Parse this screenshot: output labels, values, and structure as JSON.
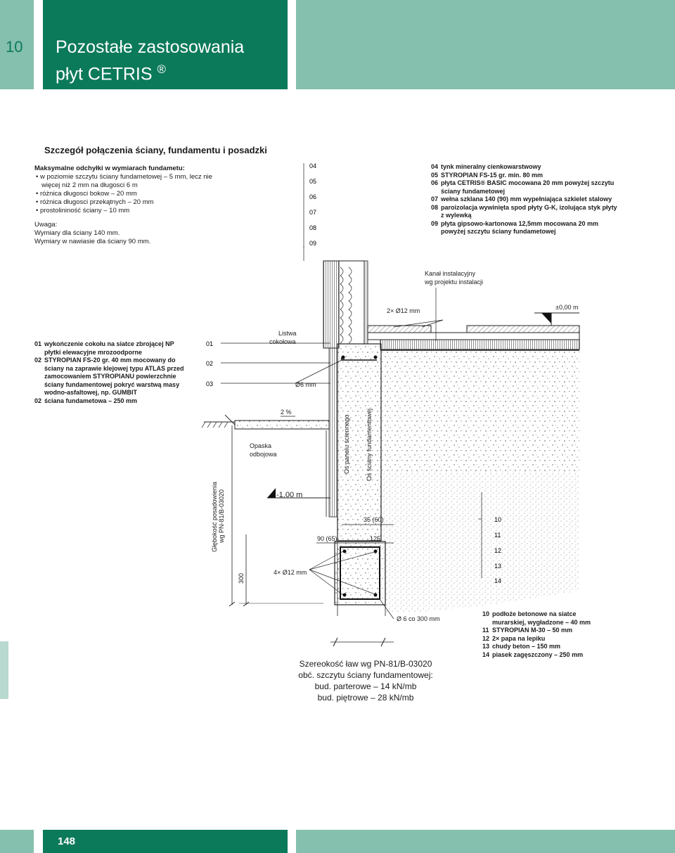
{
  "header": {
    "chapter_number": "10",
    "title_line1": "Pozostałe zastosowania",
    "title_line2": "płyt CETRIS",
    "title_reg": "®"
  },
  "footer": {
    "page_number": "148"
  },
  "section_heading": "Szczegół połączenia ściany, fundamentu i posadzki",
  "tolerances": {
    "heading": "Maksymalne odchyłki w wymiarach fundametu:",
    "items": [
      "w poziomie szczytu ściany fundametowej – 5 mm, lecz nie więcej niż 2 mm na długosci 6 m",
      "różnica długosci bokow – 20 mm",
      "różnica długosci przekątnych – 20 mm",
      "prostolininość ściany – 10 mm"
    ],
    "note_heading": "Uwaga:",
    "notes": [
      "Wymiary dla ściany 140 mm.",
      "Wymiary w nawiasie dla ściany 90 mm."
    ]
  },
  "legend_top": [
    {
      "code": "04",
      "text": "tynk mineralny cienkowarstwowy"
    },
    {
      "code": "05",
      "text": "STYROPIAN FS-15 gr. min. 80 mm"
    },
    {
      "code": "06",
      "text": "płyta CETRIS® BASIC mocowana 20 mm powyżej szczytu ściany fundametowej"
    },
    {
      "code": "07",
      "text": "wełna szklana 140 (90) mm wypełniająca szkielet stalowy"
    },
    {
      "code": "08",
      "text": "paroizolacja wywinięta spod płyty G-K, izolująca styk płyty z wylewką"
    },
    {
      "code": "09",
      "text": "płyta gipsowo-kartonowa 12,5mm mocowana 20 mm powyżej szczytu ściany fundametowej"
    }
  ],
  "legend_left": [
    {
      "code": "01",
      "text": "wykończenie cokołu na siatce zbrojącej NP płytki elewacyjne mrozoodporne"
    },
    {
      "code": "02",
      "text": "STYROPIAN FS-20 gr. 40 mm mocowany do ściany na zaprawie klejowej typu ATLAS przed zamocowaniem STYROPIANU powierzchnie ściany fundamentowej pokryć warstwą masy wodno-asfaltowej, np. GUMBIT"
    },
    {
      "code": "02",
      "text": "ściana fundametowa – 250 mm"
    }
  ],
  "legend_bottom": [
    {
      "code": "10",
      "text": "podłoże betonowe na siatce murarskiej, wygładzone – 40 mm"
    },
    {
      "code": "11",
      "text": "STYROPIAN M-30 – 50 mm"
    },
    {
      "code": "12",
      "text": "2× papa na lepiku"
    },
    {
      "code": "13",
      "text": "chudy beton – 150 mm"
    },
    {
      "code": "14",
      "text": "piasek zagęszczony – 250 mm"
    }
  ],
  "drawing": {
    "callouts_top": [
      "04",
      "05",
      "06",
      "07",
      "08",
      "09"
    ],
    "callouts_left": [
      "01",
      "02",
      "03"
    ],
    "callouts_right": [
      "10",
      "11",
      "12",
      "13",
      "14"
    ],
    "kanal_line1": "Kanał instalacyjny",
    "kanal_line2": "wg projektu instalacji",
    "rebar_top": "2× Ø12 mm",
    "level_zero": "±0,00 m",
    "listwa_line1": "Listwa",
    "listwa_line2": "cokołowa",
    "rebar_6": "Ø6 mm",
    "slope": "2 %",
    "opaska_line1": "Opaska",
    "opaska_line2": "odbojowa",
    "level_minus": "-1,00 m",
    "depth_line1": "Głębokość posadowienia",
    "depth_line2": "wg PN-81/B-03020",
    "os_panel": "Oś panelu ściennego",
    "os_wall": "Oś ściany fundamentowej",
    "dim_35": "35 (60)",
    "dim_90": "90 (65)",
    "dim_125": "125",
    "dim_300": "300",
    "rebar_bottom": "4× Ø12 mm",
    "stirrup": "Ø 6 co 300 mm"
  },
  "summary": [
    "Szereokość ław wg PN-81/B-03020",
    "obć. szczytu ściany fundamentowej:",
    "bud. parterowe – 14 kN/mb",
    "bud. piętrowe – 28 kN/mb"
  ],
  "colors": {
    "header_dark": "#0b7a5a",
    "header_light": "#85bfae",
    "side_tab": "#b8d9cf"
  }
}
